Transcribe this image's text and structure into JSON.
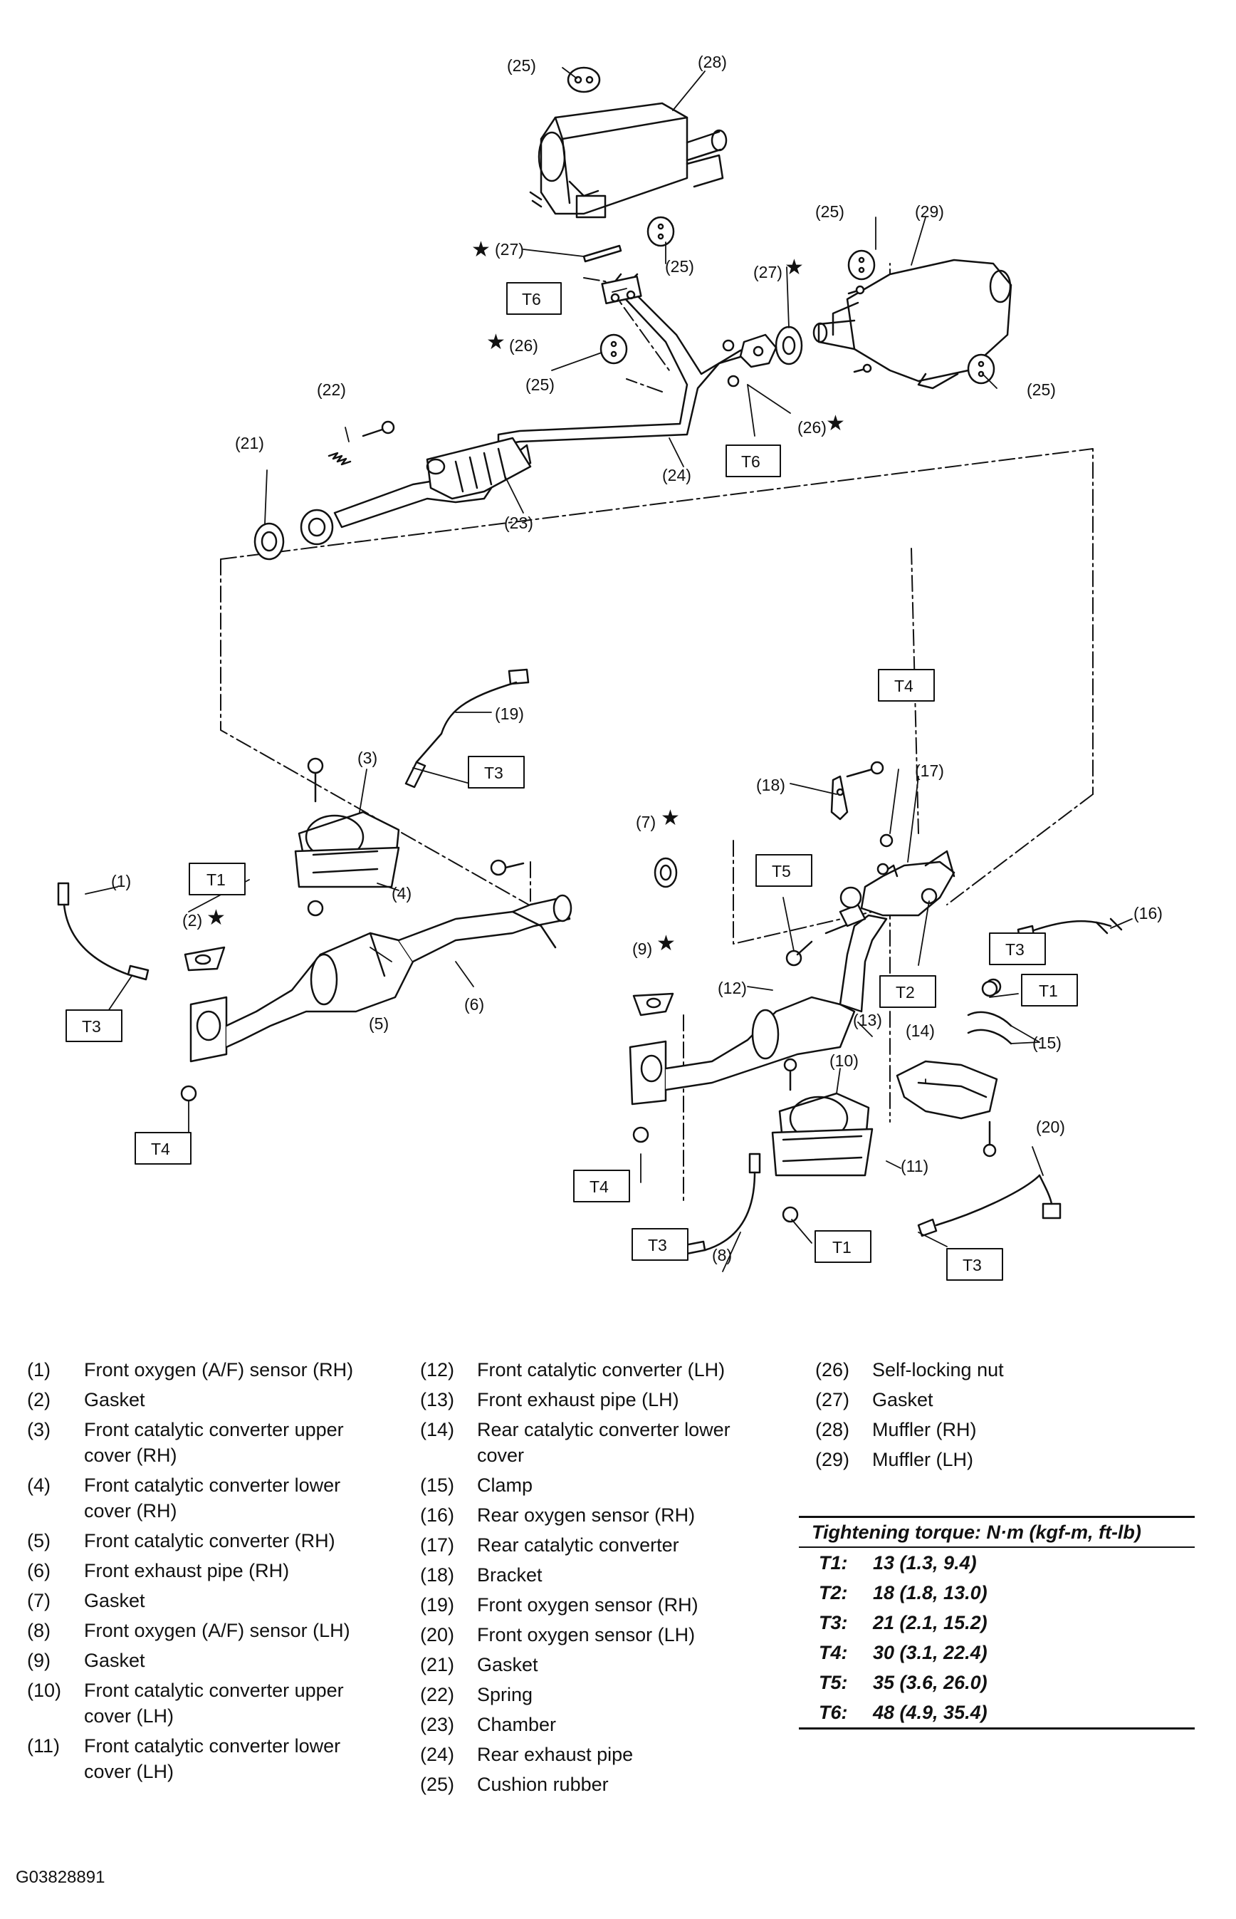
{
  "callouts": {
    "c1": "(1)",
    "c2": "(2)",
    "c3": "(3)",
    "c4": "(4)",
    "c5": "(5)",
    "c6": "(6)",
    "c7": "(7)",
    "c8": "(8)",
    "c9": "(9)",
    "c10": "(10)",
    "c11": "(11)",
    "c12": "(12)",
    "c13": "(13)",
    "c14": "(14)",
    "c15": "(15)",
    "c16": "(16)",
    "c17": "(17)",
    "c18": "(18)",
    "c19": "(19)",
    "c20": "(20)",
    "c21": "(21)",
    "c22": "(22)",
    "c23": "(23)",
    "c24": "(24)",
    "c25": "(25)",
    "c26": "(26)",
    "c27": "(27)",
    "c28": "(28)",
    "c29": "(29)"
  },
  "star": "★",
  "torque_boxes": {
    "T1": "T1",
    "T2": "T2",
    "T3": "T3",
    "T4": "T4",
    "T5": "T5",
    "T6": "T6"
  },
  "legend": {
    "col1": [
      {
        "num": "(1)",
        "text": "Front oxygen (A/F) sensor (RH)"
      },
      {
        "num": "(2)",
        "text": "Gasket"
      },
      {
        "num": "(3)",
        "text": "Front catalytic converter upper",
        "text2": "cover (RH)"
      },
      {
        "num": "(4)",
        "text": "Front catalytic converter lower",
        "text2": "cover (RH)"
      },
      {
        "num": "(5)",
        "text": "Front catalytic converter (RH)"
      },
      {
        "num": "(6)",
        "text": "Front exhaust pipe (RH)"
      },
      {
        "num": "(7)",
        "text": "Gasket"
      },
      {
        "num": "(8)",
        "text": "Front oxygen (A/F) sensor (LH)"
      },
      {
        "num": "(9)",
        "text": "Gasket"
      },
      {
        "num": "(10)",
        "text": "Front catalytic converter upper",
        "text2": "cover (LH)"
      },
      {
        "num": "(11)",
        "text": "Front catalytic converter lower",
        "text2": "cover (LH)"
      }
    ],
    "col2": [
      {
        "num": "(12)",
        "text": "Front catalytic converter (LH)"
      },
      {
        "num": "(13)",
        "text": "Front exhaust pipe (LH)"
      },
      {
        "num": "(14)",
        "text": "Rear catalytic converter lower",
        "text2": "cover"
      },
      {
        "num": "(15)",
        "text": "Clamp"
      },
      {
        "num": "(16)",
        "text": "Rear oxygen sensor (RH)"
      },
      {
        "num": "(17)",
        "text": "Rear catalytic converter"
      },
      {
        "num": "(18)",
        "text": "Bracket"
      },
      {
        "num": "(19)",
        "text": "Front oxygen sensor (RH)"
      },
      {
        "num": "(20)",
        "text": "Front oxygen sensor (LH)"
      },
      {
        "num": "(21)",
        "text": "Gasket"
      },
      {
        "num": "(22)",
        "text": "Spring"
      },
      {
        "num": "(23)",
        "text": "Chamber"
      },
      {
        "num": "(24)",
        "text": "Rear exhaust pipe"
      },
      {
        "num": "(25)",
        "text": "Cushion rubber"
      }
    ],
    "col3": [
      {
        "num": "(26)",
        "text": "Self-locking nut"
      },
      {
        "num": "(27)",
        "text": "Gasket"
      },
      {
        "num": "(28)",
        "text": "Muffler (RH)"
      },
      {
        "num": "(29)",
        "text": "Muffler (LH)"
      }
    ]
  },
  "torque_table": {
    "title": "Tightening torque: N·m (kgf-m, ft-lb)",
    "rows": [
      {
        "key": "T1:",
        "value": "13 (1.3, 9.4)"
      },
      {
        "key": "T2:",
        "value": "18 (1.8, 13.0)"
      },
      {
        "key": "T3:",
        "value": "21 (2.1, 15.2)"
      },
      {
        "key": "T4:",
        "value": "30 (3.1, 22.4)"
      },
      {
        "key": "T5:",
        "value": "35 (3.6, 26.0)"
      },
      {
        "key": "T6:",
        "value": "48 (4.9, 35.4)"
      }
    ]
  },
  "figure_id": "G03828891"
}
